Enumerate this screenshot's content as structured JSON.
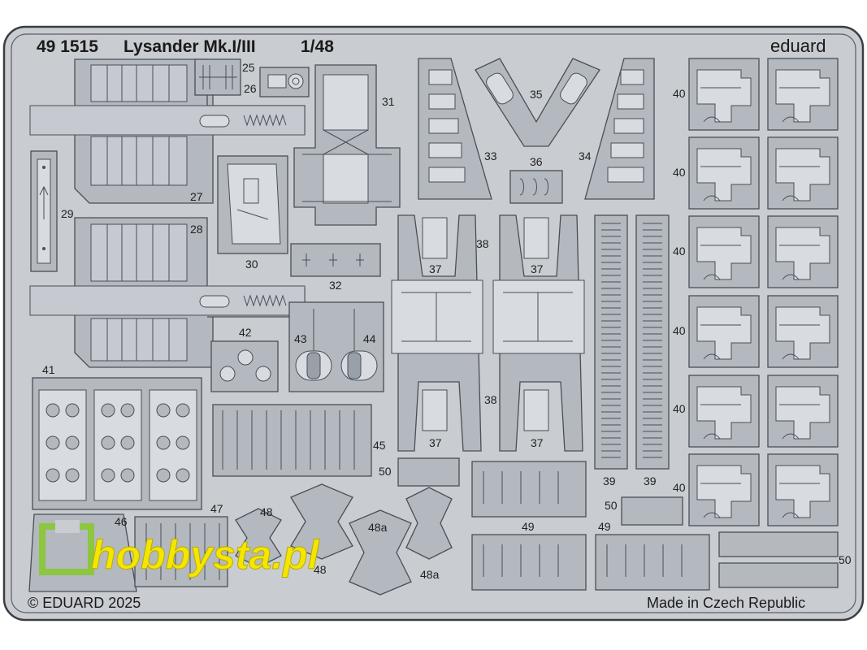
{
  "sheet": {
    "product_code": "49 1515",
    "product_name": "Lysander Mk.I/III",
    "scale": "1/48",
    "brand": "eduard",
    "copyright": "© EDUARD 2025",
    "origin": "Made in Czech Republic",
    "watermark_text": "hobbysta.pl"
  },
  "colors": {
    "frame_fill": "#c9ccd1",
    "frame_stroke": "#3a3d44",
    "part_fill": "#b4b8bf",
    "watermark_green": "#8dc63f",
    "watermark_yellow": "#f5e600"
  },
  "part_labels": {
    "p25": "25",
    "p26": "26",
    "p27": "27",
    "p28": "28",
    "p29": "29",
    "p30": "30",
    "p31": "31",
    "p32": "32",
    "p33": "33",
    "p34": "34",
    "p35": "35",
    "p36": "36",
    "p37": "37",
    "p38": "38",
    "p39": "39",
    "p40": "40",
    "p41": "41",
    "p42": "42",
    "p43": "43",
    "p44": "44",
    "p45": "45",
    "p46": "46",
    "p47": "47",
    "p48": "48",
    "p48a": "48a",
    "p49": "49",
    "p50": "50"
  }
}
